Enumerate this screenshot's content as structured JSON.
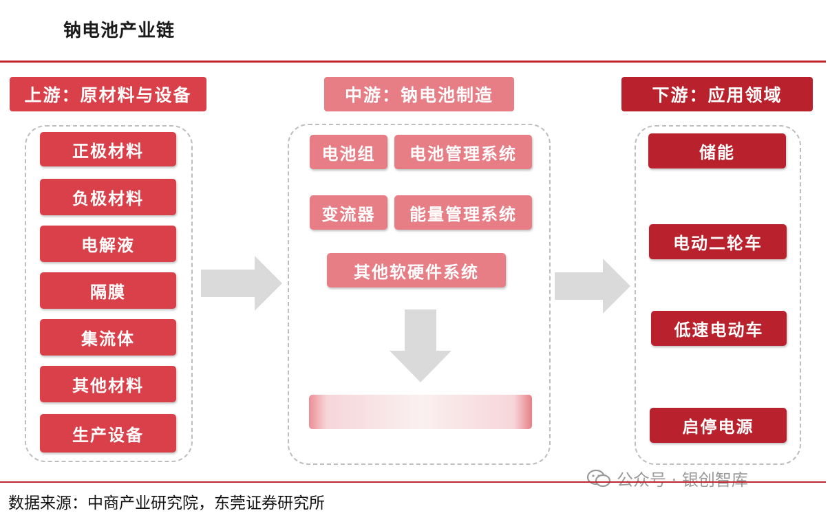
{
  "title": "钠电池产业链",
  "colors": {
    "accent": "#c0262d",
    "upstream": "#d9404a",
    "midstream": "#e77e86",
    "downstream": "#b9222c"
  },
  "upstream": {
    "header": "上游：原材料与设备",
    "items": [
      "正极材料",
      "负极材料",
      "电解液",
      "隔膜",
      "集流体",
      "其他材料",
      "生产设备"
    ]
  },
  "midstream": {
    "header": "中游：钠电池制造",
    "items": [
      "电池组",
      "电池管理系统",
      "变流器",
      "能量管理系统",
      "其他软硬件系统"
    ]
  },
  "downstream": {
    "header": "下游：应用领域",
    "items": [
      "储能",
      "电动二轮车",
      "低速电动车",
      "启停电源"
    ]
  },
  "watermark": "公众号 · 银创智库",
  "source": "数据来源：中商产业研究院，东莞证券研究所"
}
